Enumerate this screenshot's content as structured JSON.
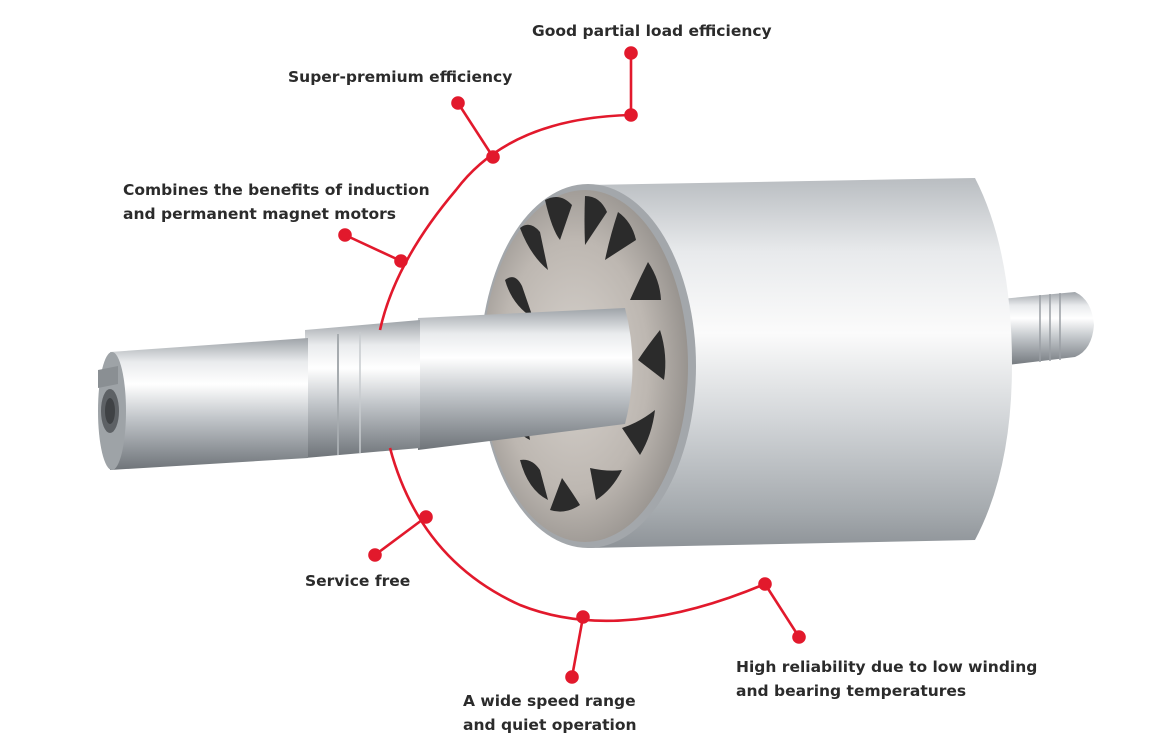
{
  "accent_color": "#e2192c",
  "callouts": {
    "partial_load": {
      "lines": [
        "Good partial load efficiency"
      ]
    },
    "super_premium": {
      "lines": [
        "Super-premium efficiency"
      ]
    },
    "combines": {
      "lines": [
        "Combines the benefits of induction",
        "and permanent magnet motors"
      ]
    },
    "service_free": {
      "lines": [
        "Service free"
      ]
    },
    "speed_range": {
      "lines": [
        "A wide speed range",
        "and quiet operation"
      ]
    },
    "reliability": {
      "lines": [
        "High reliability due to low winding",
        "and bearing temperatures"
      ]
    }
  }
}
